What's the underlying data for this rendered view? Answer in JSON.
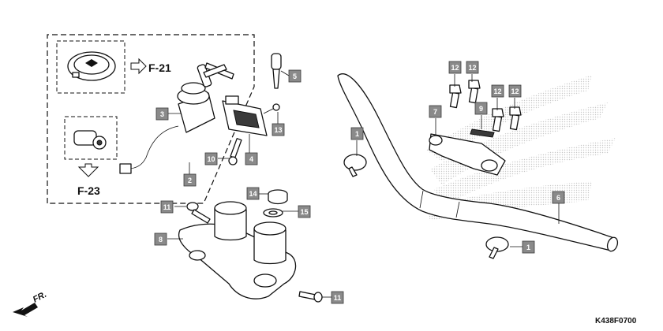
{
  "diagram": {
    "code": "K438F0700",
    "direction_label": "FR.",
    "refs": {
      "f21": "F-21",
      "f23": "F-23"
    },
    "callouts": [
      {
        "id": "c1a",
        "label": "1"
      },
      {
        "id": "c1b",
        "label": "1"
      },
      {
        "id": "c2",
        "label": "2"
      },
      {
        "id": "c3",
        "label": "3"
      },
      {
        "id": "c4",
        "label": "4"
      },
      {
        "id": "c5",
        "label": "5"
      },
      {
        "id": "c6",
        "label": "6"
      },
      {
        "id": "c7",
        "label": "7"
      },
      {
        "id": "c8",
        "label": "8"
      },
      {
        "id": "c9",
        "label": "9"
      },
      {
        "id": "c10",
        "label": "10"
      },
      {
        "id": "c11a",
        "label": "11"
      },
      {
        "id": "c11b",
        "label": "11"
      },
      {
        "id": "c12a",
        "label": "12"
      },
      {
        "id": "c12b",
        "label": "12"
      },
      {
        "id": "c12c",
        "label": "12"
      },
      {
        "id": "c12d",
        "label": "12"
      },
      {
        "id": "c13",
        "label": "13"
      },
      {
        "id": "c14",
        "label": "14"
      },
      {
        "id": "c15",
        "label": "15"
      }
    ],
    "colors": {
      "line": "#111111",
      "callout_fill": "#8a8a8a",
      "logo_dots": "#c8c8c8"
    }
  }
}
